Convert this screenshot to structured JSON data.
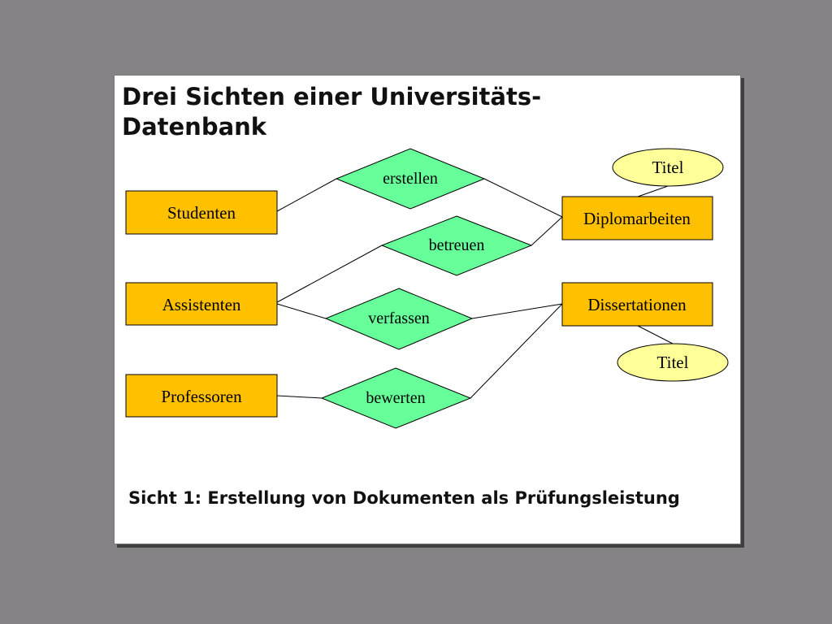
{
  "title": {
    "line1": "Drei Sichten einer Universitäts-",
    "line2": "Datenbank"
  },
  "caption": "Sicht 1: Erstellung von Dokumenten als Prüfungsleistung",
  "entities": {
    "studenten": "Studenten",
    "assistenten": "Assistenten",
    "professoren": "Professoren",
    "diplomarbeiten": "Diplomarbeiten",
    "dissertationen": "Dissertationen"
  },
  "relationships": {
    "erstellen": "erstellen",
    "betreuen": "betreuen",
    "verfassen": "verfassen",
    "bewerten": "bewerten"
  },
  "attributes": {
    "diplom_titel": "Titel",
    "diss_titel": "Titel"
  },
  "colors": {
    "background": "#858385",
    "slide": "#ffffff",
    "entity_fill": "#ffc000",
    "relationship_fill": "#66ff99",
    "attribute_fill": "#ffff99",
    "line": "#000000"
  }
}
